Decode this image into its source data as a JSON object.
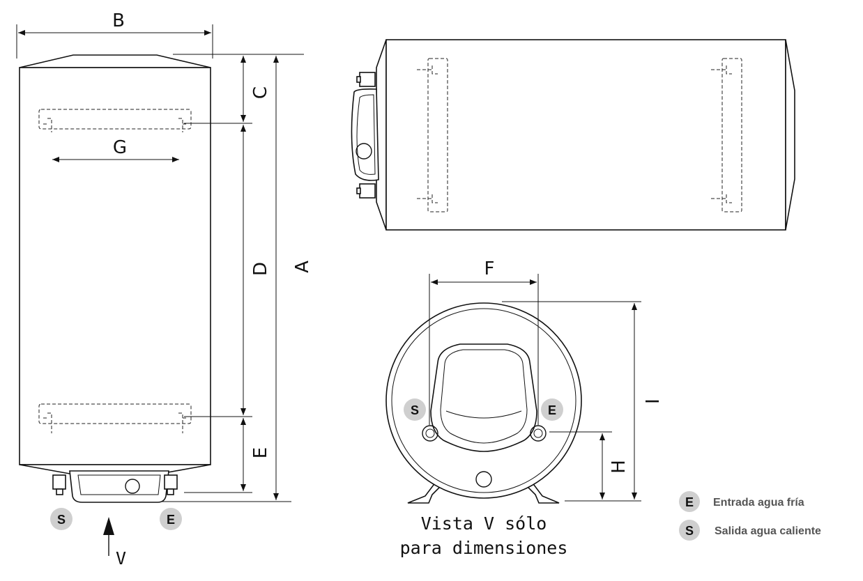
{
  "dimensions": {
    "a": "A",
    "b": "B",
    "c": "C",
    "d": "D",
    "e": "E",
    "f": "F",
    "g": "G",
    "h": "H",
    "i": "I"
  },
  "connections": {
    "outlet_mark": "S",
    "inlet_mark": "E"
  },
  "view_arrow": "V",
  "view_caption": {
    "line1": "Vista V sólo",
    "line2": "para dimensiones"
  },
  "legend": [
    {
      "mark": "E",
      "text": "Entrada agua fría"
    },
    {
      "mark": "S",
      "text": "Salida agua caliente"
    }
  ],
  "colors": {
    "badge": "#cfcfcf",
    "line": "#111111",
    "legend_text": "#555555"
  }
}
